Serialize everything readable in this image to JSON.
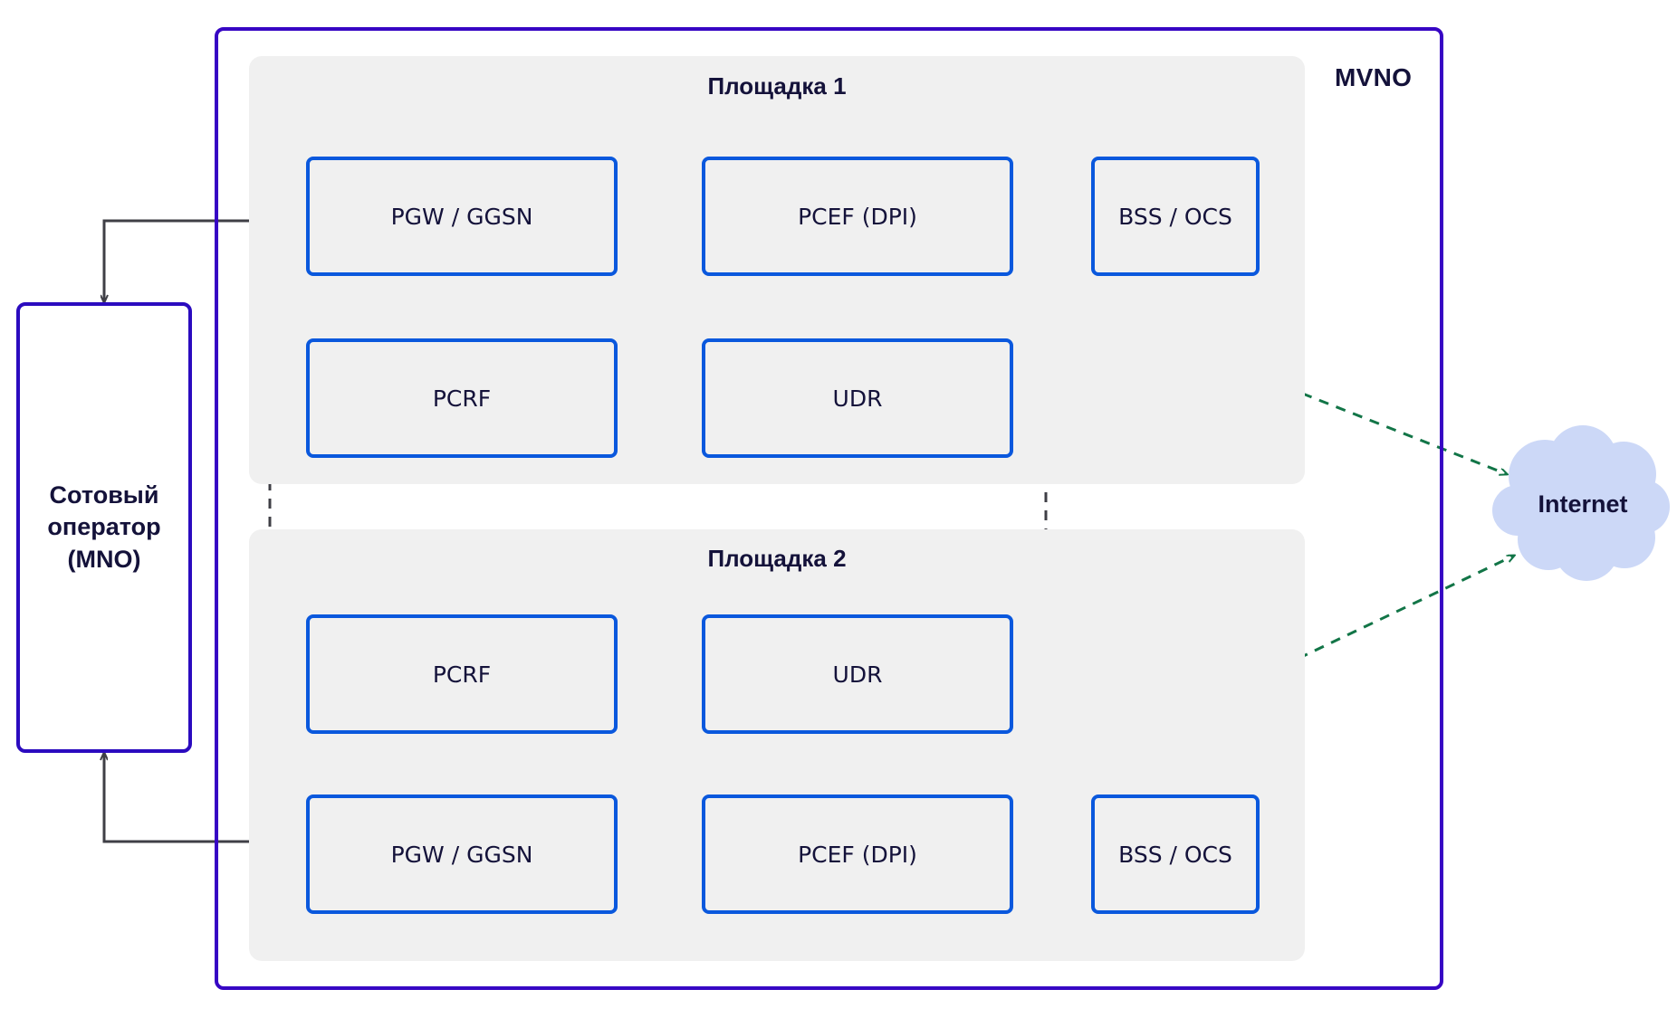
{
  "diagram": {
    "mvno_label": "MVNO",
    "mno_box": {
      "label": "Сотовый\nоператор\n(MNO)"
    },
    "internet": {
      "label": "Internet",
      "icon": "cloud-icon",
      "fill_color": "#ccd8f7"
    },
    "colors": {
      "mvno_border": "#3706c4",
      "mno_border": "#2b0bbf",
      "node_border": "#0a58dd",
      "panel_fill": "#f0f0f0",
      "text": "#14123a",
      "green_link": "#127547",
      "gray_link": "#3f3f46"
    },
    "sites": [
      {
        "title": "Площадка 1",
        "nodes": [
          {
            "id": "pgw-1",
            "label": "PGW / GGSN"
          },
          {
            "id": "pcef-1",
            "label": "PCEF (DPI)"
          },
          {
            "id": "bss-1",
            "label": "BSS / OCS"
          },
          {
            "id": "pcrf-1",
            "label": "PCRF"
          },
          {
            "id": "udr-1",
            "label": "UDR"
          }
        ]
      },
      {
        "title": "Площадка 2",
        "nodes": [
          {
            "id": "pcrf-2",
            "label": "PCRF"
          },
          {
            "id": "udr-2",
            "label": "UDR"
          },
          {
            "id": "pgw-2",
            "label": "PGW / GGSN"
          },
          {
            "id": "pcef-2",
            "label": "PCEF (DPI)"
          },
          {
            "id": "bss-2",
            "label": "BSS / OCS"
          }
        ]
      }
    ],
    "connections": [
      {
        "from": "mno",
        "to": "pgw-1",
        "style": "solid-gray",
        "arrows": "one-way"
      },
      {
        "from": "mno",
        "to": "pgw-2",
        "style": "solid-gray",
        "arrows": "one-way"
      },
      {
        "from": "pgw-1",
        "to": "pcef-1",
        "style": "dashed-gray",
        "arrows": "two-way"
      },
      {
        "from": "pcef-1",
        "to": "bss-1",
        "style": "dashed-green",
        "arrows": "two-way"
      },
      {
        "from": "pcrf-1",
        "to": "udr-1",
        "style": "dashed-gray",
        "arrows": "two-way"
      },
      {
        "from": "pcef-1",
        "to": "pcrf-1",
        "style": "dashed-green",
        "arrows": "two-way"
      },
      {
        "from": "pcef-1",
        "to": "internet",
        "style": "dashed-green",
        "arrows": "two-way"
      },
      {
        "from": "pcrf-2",
        "to": "udr-2",
        "style": "dashed-gray",
        "arrows": "two-way"
      },
      {
        "from": "pgw-2",
        "to": "pcef-2",
        "style": "dashed-gray",
        "arrows": "two-way"
      },
      {
        "from": "pcef-2",
        "to": "bss-2",
        "style": "dashed-green",
        "arrows": "two-way"
      },
      {
        "from": "pcef-2",
        "to": "pcrf-2",
        "style": "dashed-green",
        "arrows": "two-way"
      },
      {
        "from": "pcef-2",
        "to": "internet",
        "style": "dashed-green",
        "arrows": "two-way"
      },
      {
        "from": "pcrf-1",
        "to": "pcrf-2",
        "style": "dashed-gray",
        "arrows": "none"
      },
      {
        "from": "udr-1",
        "to": "udr-2",
        "style": "dashed-gray",
        "arrows": "none"
      }
    ]
  }
}
